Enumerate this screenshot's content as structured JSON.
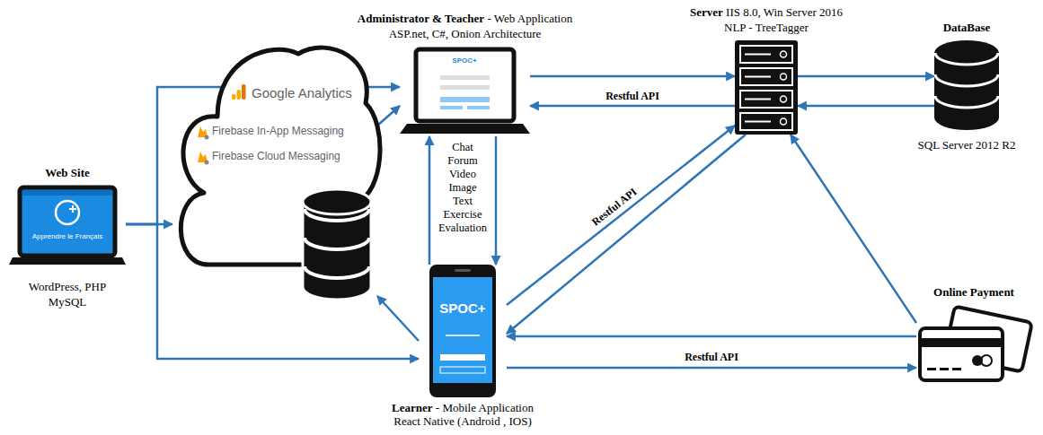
{
  "diagram": {
    "nodes": [
      {
        "text": [
          "Web Site",
          "Apprendre le Français",
          "WordPress, PHP MySQL"
        ]
      },
      {
        "text": [
          "Google Analytics",
          "Firebase In-App Messaging",
          "Firebase Cloud Messaging"
        ]
      },
      {
        "text": [
          "Administrator & Teacher",
          "- Web Application",
          "ASP.net, C#, Onion Architecture",
          "SPOC+"
        ]
      },
      {
        "text": [
          "Server",
          "IIS 8.0, Win Server 2016",
          "NLP - TreeTagger"
        ]
      },
      {
        "text": [
          "DataBase",
          "SQL Server 2012 R2"
        ]
      },
      {
        "text": [
          "SPOC+",
          "Learner",
          "- Mobile Application",
          "React Native (Android , IOS)"
        ]
      },
      {
        "text": [
          "Online Payment"
        ]
      }
    ],
    "edges": [
      {
        "from": 0,
        "to": 1,
        "arrow": "to"
      },
      {
        "from": 0,
        "to": 2,
        "arrow": "to"
      },
      {
        "from": 0,
        "to": 5,
        "arrow": "to"
      },
      {
        "from": 1,
        "to": 2,
        "arrow": "to"
      },
      {
        "from": 5,
        "to": 1,
        "arrow": "to"
      },
      {
        "from": 2,
        "to": 5,
        "arrow": "to"
      },
      {
        "from": 5,
        "to": 2,
        "arrow": "to"
      },
      {
        "from": 2,
        "to": 3,
        "arrow": "to"
      },
      {
        "from": 3,
        "to": 2,
        "label": "Restful API",
        "arrow": "to"
      },
      {
        "from": 3,
        "to": 4,
        "arrow": "to"
      },
      {
        "from": 4,
        "to": 3,
        "arrow": "to"
      },
      {
        "from": 5,
        "to": 3,
        "label": "Restful API",
        "arrow": "to"
      },
      {
        "from": 3,
        "to": 5,
        "arrow": "to"
      },
      {
        "from": 5,
        "to": 6,
        "label": "Restful API",
        "arrow": "to"
      },
      {
        "from": 6,
        "to": 5,
        "arrow": "to"
      },
      {
        "from": 6,
        "to": 3,
        "arrow": "to"
      }
    ],
    "labels": [
      "Chat Forum Video Image Text Exercise Evaluation"
    ]
  }
}
